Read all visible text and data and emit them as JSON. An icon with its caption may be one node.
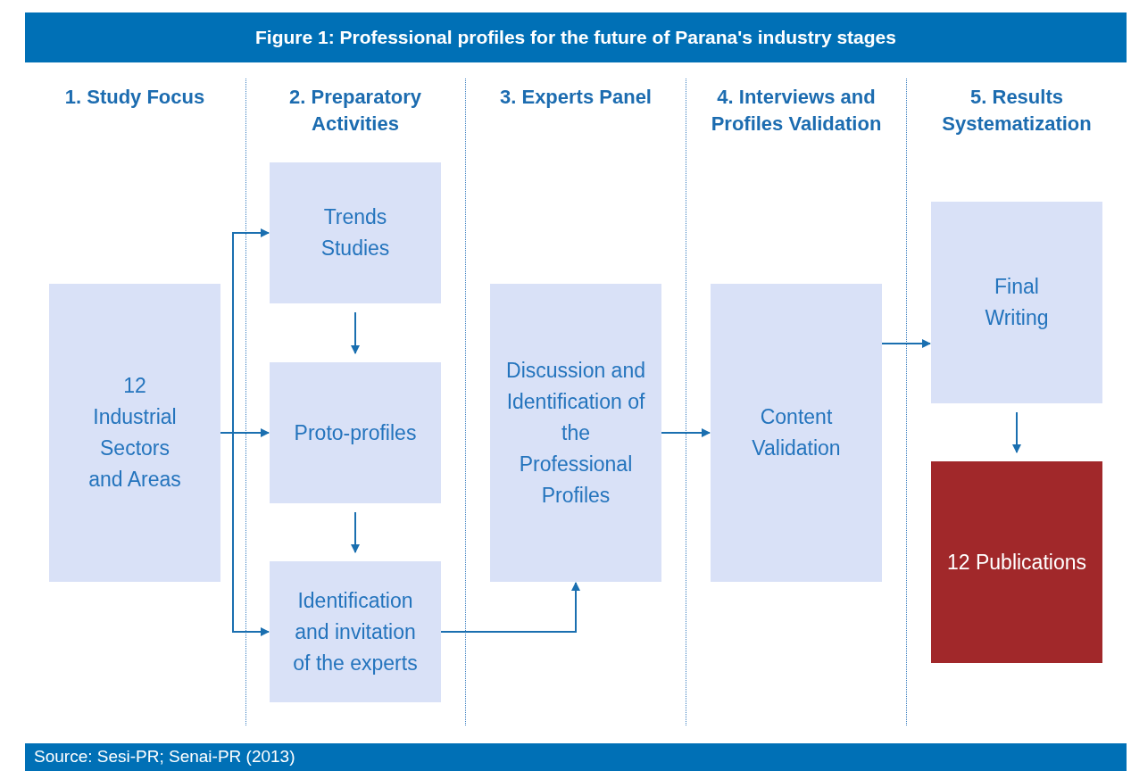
{
  "diagram": {
    "title": "Figure 1: Professional profiles for the future of Parana's industry stages",
    "caption": "Source: Sesi-PR; Senai-PR (2013)",
    "nodes": [
      {
        "text": [
          "12 Industrial Sectors and Areas"
        ]
      },
      {
        "text": [
          "Trends Studies"
        ]
      },
      {
        "text": [
          "Proto-profiles"
        ]
      },
      {
        "text": [
          "Identification and invitation of the experts"
        ]
      },
      {
        "text": [
          "Discussion and Identification of the Professional Profiles"
        ]
      },
      {
        "text": [
          "Content Validation"
        ]
      },
      {
        "text": [
          "Final Writing"
        ]
      },
      {
        "text": [
          "12 Publications"
        ]
      }
    ],
    "edges": [
      {
        "from": 0,
        "to": 1,
        "arrow": "to"
      },
      {
        "from": 0,
        "to": 2,
        "arrow": "to"
      },
      {
        "from": 0,
        "to": 3,
        "arrow": "to"
      },
      {
        "from": 1,
        "to": 2,
        "arrow": "to"
      },
      {
        "from": 2,
        "to": 3,
        "arrow": "to"
      },
      {
        "from": 3,
        "to": 4,
        "arrow": "to"
      },
      {
        "from": 4,
        "to": 5,
        "arrow": "to"
      },
      {
        "from": 5,
        "to": 6,
        "arrow": "to"
      },
      {
        "from": 6,
        "to": 7,
        "arrow": "to"
      }
    ],
    "labels": [
      "1. Study Focus",
      "2. Preparatory Activities",
      "3. Experts Panel",
      "4. Interviews and Profiles Validation",
      "5. Results Systematization"
    ]
  }
}
